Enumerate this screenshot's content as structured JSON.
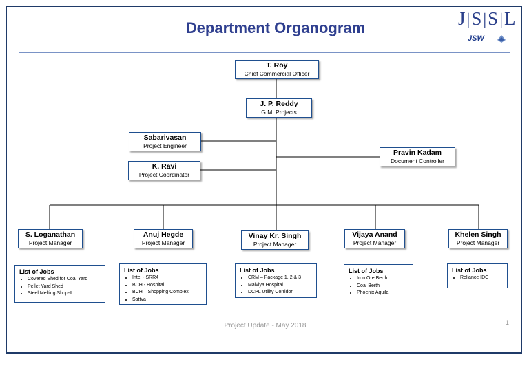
{
  "title": "Department Organogram",
  "logo": {
    "letters": [
      "J",
      "S",
      "S",
      "L"
    ],
    "sub": "JSW"
  },
  "nodes": {
    "roy": {
      "name": "T. Roy",
      "role": "Chief Commercial Officer"
    },
    "reddy": {
      "name": "J. P. Reddy",
      "role": "G.M. Projects"
    },
    "sabarivasan": {
      "name": "Sabarivasan",
      "role": "Project Engineer"
    },
    "ravi": {
      "name": "K. Ravi",
      "role": "Project Coordinator"
    },
    "kadam": {
      "name": "Pravin Kadam",
      "role": "Document Controller"
    },
    "loganathan": {
      "name": "S. Loganathan",
      "role": "Project Manager"
    },
    "hegde": {
      "name": "Anuj Hegde",
      "role": "Project Manager"
    },
    "singh": {
      "name": "Vinay Kr. Singh",
      "role": "Project Manager"
    },
    "anand": {
      "name": "Vijaya Anand",
      "role": "Project Manager"
    },
    "khelen": {
      "name": "Khelen Singh",
      "role": "Project Manager"
    }
  },
  "jobs": {
    "loganathan": {
      "title": "List of Jobs",
      "items": [
        "Covered Shed for Coal Yard",
        "Pellet Yard Shed",
        "Steel Melting Shop-II"
      ]
    },
    "hegde": {
      "title": "List of Jobs",
      "items": [
        "Intel - SRR4",
        "BCH - Hospital",
        "BCH – Shopping Complex",
        "Sattva"
      ]
    },
    "singh": {
      "title": "List of Jobs",
      "items": [
        "CRM – Package 1, 2 & 3",
        "Malviya Hospital",
        "DCPL Utility Corridor"
      ]
    },
    "anand": {
      "title": "List of Jobs",
      "items": [
        "Iron Ore Berth",
        "Coal Berth",
        "Phoenix Aquila"
      ]
    },
    "khelen": {
      "title": "List of Jobs",
      "items": [
        "Reliance IDC"
      ]
    }
  },
  "footer": "Project Update - May 2018",
  "page_number": "1"
}
